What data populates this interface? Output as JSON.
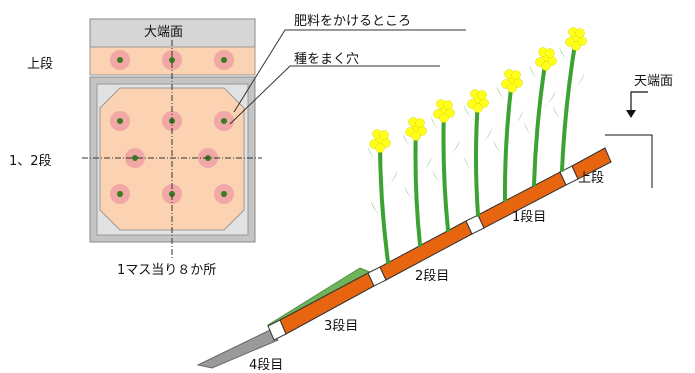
{
  "labels": {
    "top_end_face": "大端面",
    "upper_tier": "上段",
    "tiers_1_2": "1、2段",
    "fertilizer_spot": "肥料をかけるところ",
    "seed_hole": "種をまく穴",
    "per_cell": "1マス当り８か所",
    "crest_face": "天端面",
    "slope_upper": "上段",
    "slope_tier1": "1段目",
    "slope_tier2": "2段目",
    "slope_tier3": "3段目",
    "slope_tier4": "4段目"
  },
  "diagram": {
    "upper_row_holes": 3,
    "grid_holes": 8
  },
  "colors": {
    "panel_fill": "#fbd3b2",
    "top_band": "#d6d6d6",
    "frame": "#bdbdbd",
    "hole_ring": "#f1a7a6",
    "seed_dot": "#3a7d21",
    "block": "#e8650f",
    "stem": "#3ba334",
    "flower": "#ffff1a",
    "grass": "#6fb45b",
    "gravel": "#9a9a9a"
  }
}
